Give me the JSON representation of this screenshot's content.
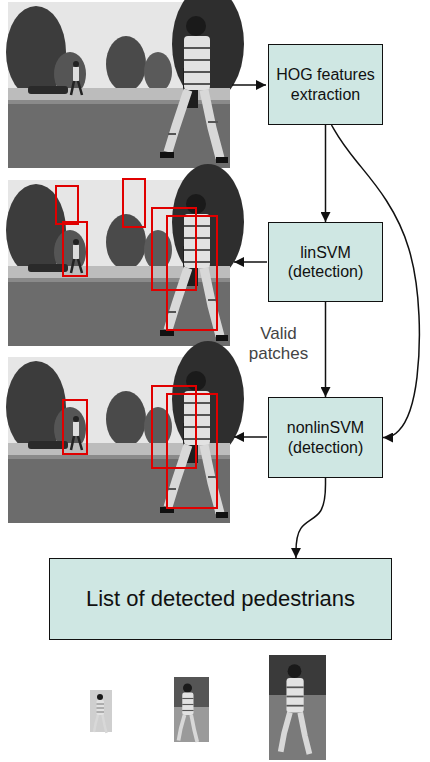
{
  "diagram": {
    "nodes": [
      {
        "text": [
          "HOG features extraction"
        ]
      },
      {
        "text": [
          "linSVM (detection)"
        ]
      },
      {
        "text": [
          "nonlinSVM (detection)"
        ]
      },
      {
        "text": [
          "List of detected pedestrians"
        ]
      }
    ],
    "edges": [
      {
        "from": 0,
        "to": 1,
        "arrow": "to"
      },
      {
        "from": 0,
        "to": 2,
        "arrow": "to"
      },
      {
        "from": 1,
        "to": 2,
        "label": "Valid patches",
        "arrow": "to"
      },
      {
        "from": 2,
        "to": 3,
        "arrow": "to"
      }
    ]
  }
}
